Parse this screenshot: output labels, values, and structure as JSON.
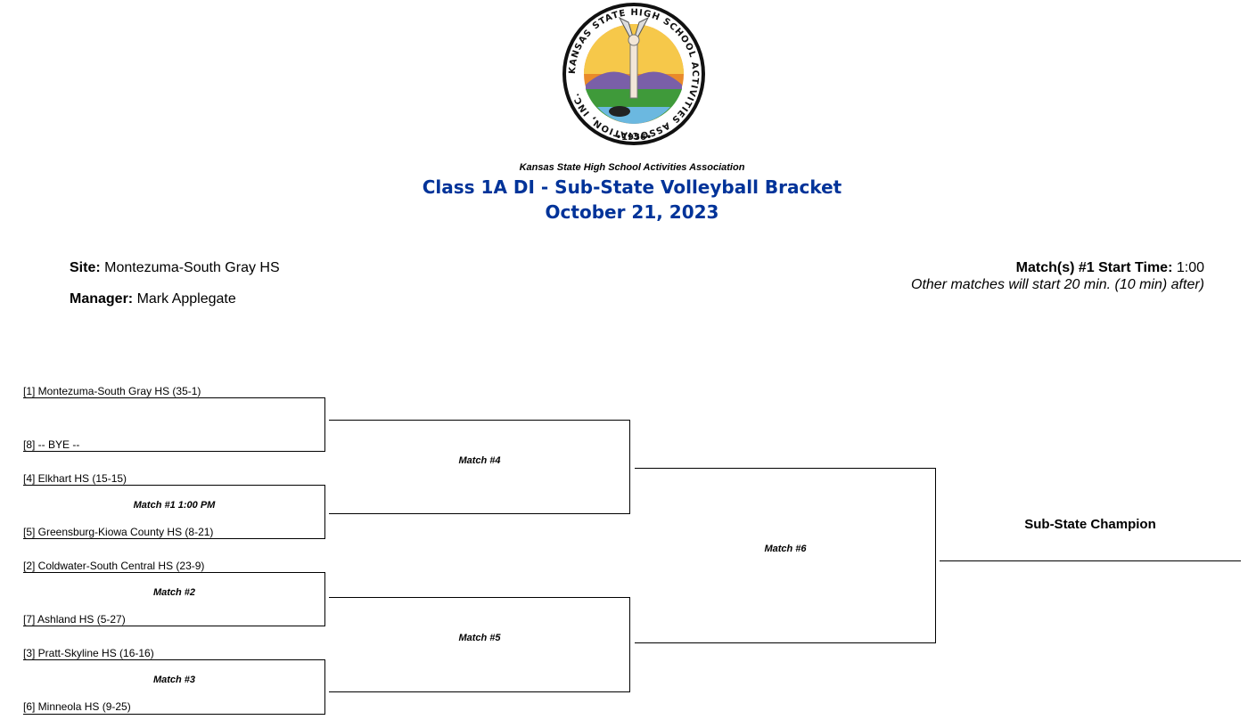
{
  "header": {
    "association": "Kansas State High School Activities Association",
    "title": "Class 1A DI - Sub-State Volleyball Bracket",
    "date": "October 21, 2023"
  },
  "logo": {
    "ring_text_top": "KANSAS STATE HIGH SCHOOL ACTIVITIES ASSOCIATION, INC.",
    "year": "•1956•"
  },
  "site": {
    "label": "Site:",
    "value": "Montezuma-South Gray HS"
  },
  "manager": {
    "label": "Manager:",
    "value": "Mark Applegate"
  },
  "start_time": {
    "label": "Match(s) #1 Start Time:",
    "value": "1:00",
    "note": "Other matches will start 20 min. (10 min) after)"
  },
  "teams": [
    "[1] Montezuma-South Gray HS (35-1)",
    "[8] -- BYE --",
    "[4] Elkhart HS (15-15)",
    "[5] Greensburg-Kiowa County HS (8-21)",
    "[2] Coldwater-South Central HS (23-9)",
    "[7] Ashland HS (5-27)",
    "[3] Pratt-Skyline HS (16-16)",
    "[6] Minneola HS (9-25)"
  ],
  "matches": {
    "m1": "Match #1 1:00 PM",
    "m2": "Match #2",
    "m3": "Match #3",
    "m4": "Match #4",
    "m5": "Match #5",
    "m6": "Match #6"
  },
  "champion_label": "Sub-State Champion"
}
